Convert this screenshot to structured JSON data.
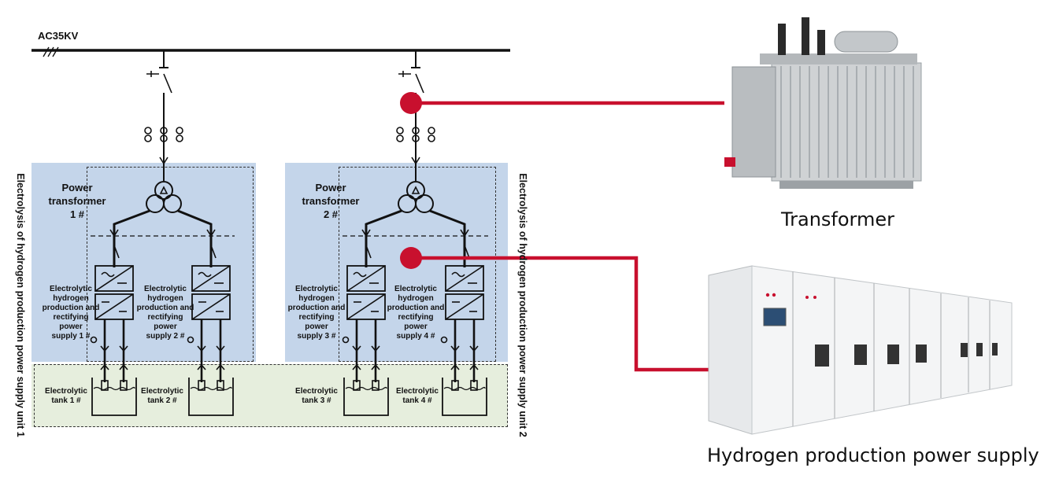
{
  "bus": {
    "label": "AC35KV"
  },
  "units": [
    {
      "side_label": "Electrolysis of hydrogen production power supply unit 1",
      "transformer_label": [
        "Power",
        "transformer",
        "1 #"
      ],
      "supplies": [
        [
          "Electrolytic",
          "hydrogen",
          "production and",
          "rectifying",
          "power",
          "supply 1 #"
        ],
        [
          "Electrolytic",
          "hydrogen",
          "production and",
          "rectifying",
          "power",
          "supply 2 #"
        ]
      ],
      "tanks": [
        [
          "Electrolytic",
          "tank 1 #"
        ],
        [
          "Electrolytic",
          "tank 2 #"
        ]
      ]
    },
    {
      "side_label": "Electrolysis of hydrogen production power supply unit 2",
      "transformer_label": [
        "Power",
        "transformer",
        "2 #"
      ],
      "supplies": [
        [
          "Electrolytic",
          "hydrogen",
          "production and",
          "rectifying",
          "power",
          "supply 3 #"
        ],
        [
          "Electrolytic",
          "hydrogen",
          "production and",
          "rectifying",
          "power",
          "supply 4 #"
        ]
      ],
      "tanks": [
        [
          "Electrolytic",
          "tank 3 #"
        ],
        [
          "Electrolytic",
          "tank 4 #"
        ]
      ]
    }
  ],
  "callouts": {
    "transformer": "Transformer",
    "power_supply": "Hydrogen production power supply"
  },
  "colors": {
    "callout": "#c8102e",
    "zone_blue": "#c4d5ea",
    "zone_green": "#e6eedd"
  }
}
